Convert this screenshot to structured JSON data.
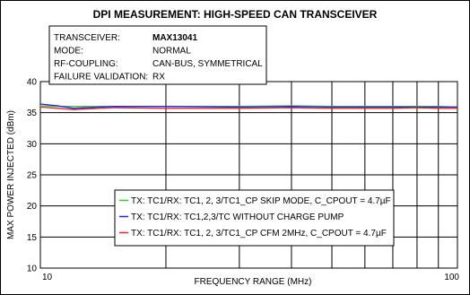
{
  "chart_data": {
    "type": "line",
    "title": "DPI MEASUREMENT: HIGH-SPEED CAN TRANSCEIVER",
    "xlabel": "FREQUENCY RANGE (MHz)",
    "ylabel": "MAX POWER INJECTED (dBm)",
    "xscale": "log",
    "xlim": [
      10,
      100
    ],
    "ylim": [
      10,
      40
    ],
    "xticks": [
      "10",
      "100"
    ],
    "yticks": [
      "10",
      "15",
      "20",
      "25",
      "30",
      "35",
      "40"
    ],
    "grid": true,
    "info_box": [
      {
        "key": "TRANSCEIVER:",
        "value": "MAX13041",
        "bold": true
      },
      {
        "key": "MODE:",
        "value": "NORMAL",
        "bold": false
      },
      {
        "key": "RF-COUPLING:",
        "value": "CAN-BUS, SYMMETRICAL",
        "bold": false
      },
      {
        "key": "FAILURE VALIDATION:",
        "value": "RX",
        "bold": false
      }
    ],
    "legend_position": "lower-center",
    "series": [
      {
        "name": "TX: TC1/RX: TC1, 2, 3/TC1_CP SKIP MODE, C_CPOUT = 4.7µF",
        "color": "#33cc33",
        "x": [
          10,
          11,
          12,
          15,
          20,
          30,
          40,
          50,
          60,
          70,
          80,
          90,
          100
        ],
        "y": [
          36.1,
          36.0,
          36.0,
          36.0,
          36.0,
          36.0,
          36.1,
          36.0,
          36.0,
          36.0,
          36.0,
          36.0,
          35.9
        ]
      },
      {
        "name": "TX: TC1/RX: TC1,2,3/TC WITHOUT CHARGE PUMP",
        "color": "#2222ee",
        "x": [
          10,
          11,
          12,
          15,
          20,
          30,
          40,
          50,
          60,
          70,
          80,
          90,
          100
        ],
        "y": [
          36.4,
          36.1,
          35.7,
          36.0,
          36.0,
          35.9,
          36.0,
          35.9,
          35.9,
          35.9,
          35.9,
          35.9,
          35.9
        ]
      },
      {
        "name": "TX: TC1/RX: TC1, 2, 3/TC1_CP CFM 2MHz, C_CPOUT = 4.7µF",
        "color": "#ee2222",
        "x": [
          10,
          11,
          12,
          15,
          20,
          30,
          40,
          50,
          60,
          70,
          80,
          90,
          100
        ],
        "y": [
          35.9,
          35.7,
          35.5,
          35.8,
          35.7,
          35.7,
          35.8,
          35.7,
          35.7,
          35.7,
          35.8,
          35.7,
          35.7
        ]
      }
    ]
  }
}
